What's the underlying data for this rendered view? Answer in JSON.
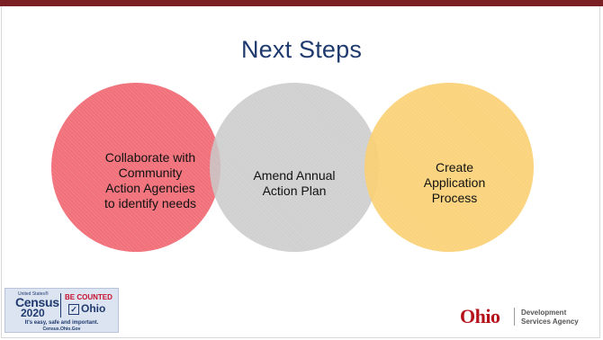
{
  "slide": {
    "title": "Next Steps",
    "circles": [
      {
        "text": "Collaborate with\nCommunity\nAction Agencies\nto identify needs",
        "color": "#f0606c"
      },
      {
        "text": "Amend Annual\nAction Plan",
        "color": "#c8c8c8"
      },
      {
        "text": "Create\nApplication\nProcess",
        "color": "#face6e"
      }
    ],
    "accent_color": "#7a1f24",
    "title_color": "#1f3a6e"
  },
  "census_logo": {
    "small_text": "United States®",
    "word": "Census",
    "year": "2020",
    "be_counted": "BE COUNTED",
    "check": "✓",
    "state": "Ohio",
    "tagline": "It's easy, safe and important.",
    "url": "Census.Ohio.Gov"
  },
  "agency_logo": {
    "state": "Ohio",
    "agency": "Development\nServices Agency"
  }
}
